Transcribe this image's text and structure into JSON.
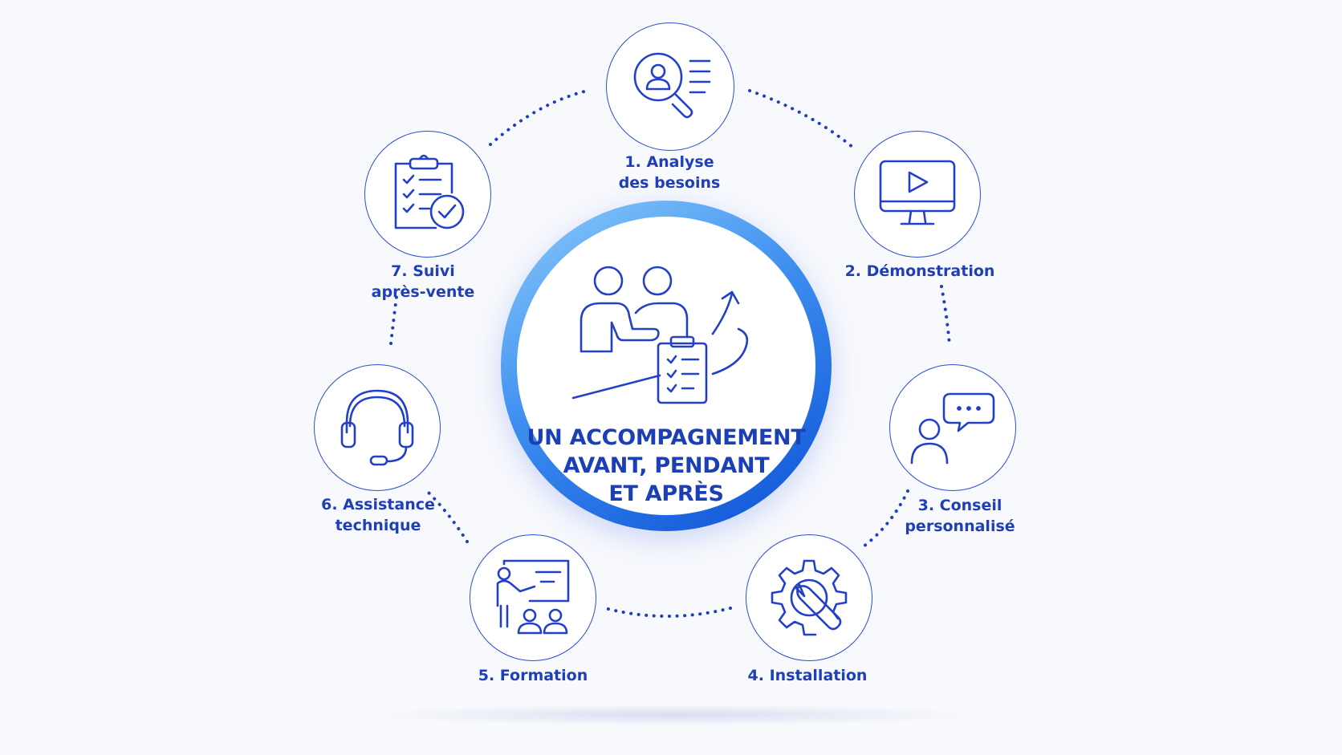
{
  "center": {
    "title_lines": [
      "UN ACCOMPAGNEMENT",
      "AVANT, PENDANT",
      "ET APRÈS"
    ]
  },
  "steps": [
    {
      "lines": [
        "1. Analyse",
        "des besoins"
      ],
      "icon": "search-person-icon"
    },
    {
      "lines": [
        "2. Démonstration"
      ],
      "icon": "monitor-play-icon"
    },
    {
      "lines": [
        "3. Conseil",
        "personnalisé"
      ],
      "icon": "person-speech-bubble-icon"
    },
    {
      "lines": [
        "4. Installation"
      ],
      "icon": "gear-wrench-icon"
    },
    {
      "lines": [
        "5. Formation"
      ],
      "icon": "presentation-board-icon"
    },
    {
      "lines": [
        "6. Assistance",
        "technique"
      ],
      "icon": "headset-icon"
    },
    {
      "lines": [
        "7. Suivi",
        "après-vente"
      ],
      "icon": "clipboard-check-icon"
    }
  ],
  "colors": {
    "primary": "#2340c8",
    "text": "#1f3fb8",
    "ring_light": "#8ecdfa",
    "ring_dark": "#0b4fd6"
  }
}
